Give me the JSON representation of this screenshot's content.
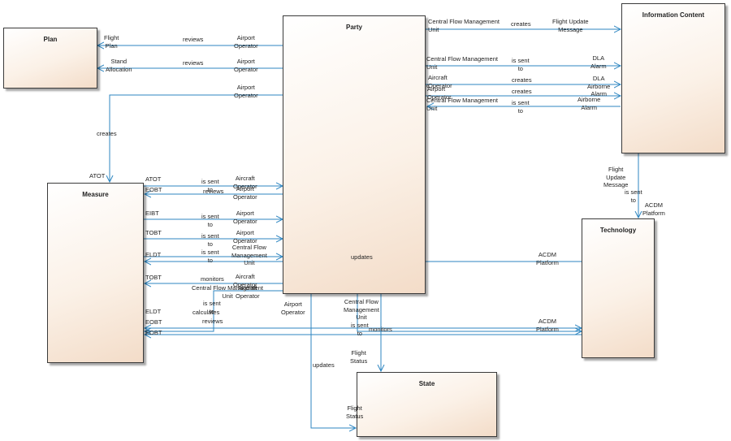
{
  "nodes": {
    "plan": "Plan",
    "party": "Party",
    "information_content": "Information Content",
    "measure": "Measure",
    "technology": "Technology",
    "state": "State"
  },
  "labels": {
    "flight_plan": "Flight\nPlan",
    "reviews": "reviews",
    "airport_operator": "Airport\nOperator",
    "stand_allocation": "Stand\nAllocation",
    "cfmu": "Central Flow Management\nUnit",
    "cfmu_lines": "Central Flow\nManagement\nUnit",
    "creates": "creates",
    "flight_update_message": "Flight Update\nMessage",
    "is_sent_to": "is sent\nto",
    "dla_alarm": "DLA\nAlarm",
    "dla_airborne_alarm": "DLA\nAirborne\nAlarm",
    "aircraft_operator": "Aircraft\nOperator",
    "airborne_alarm": "Airborne\nAlarm",
    "flight_update_message_3": "Flight\nUpdate\nMessage",
    "acdm_platform": "ACDM\nPlatform",
    "atot": "ATOT",
    "eobt": "EOBT",
    "eibt": "EIBT",
    "tobt": "TOBT",
    "eldt": "ELDT",
    "updates": "updates",
    "monitors": "monitors",
    "calculates": "calculates",
    "flight_status": "Flight\nStatus",
    "is": "is",
    "to": "to",
    "c": "c"
  },
  "colors": {
    "connector": "#2e86c1",
    "box_border": "#3a3a3a",
    "box_fill_light": "#ffffff",
    "box_fill_dark": "#f3dcc8",
    "text": "#222222"
  }
}
